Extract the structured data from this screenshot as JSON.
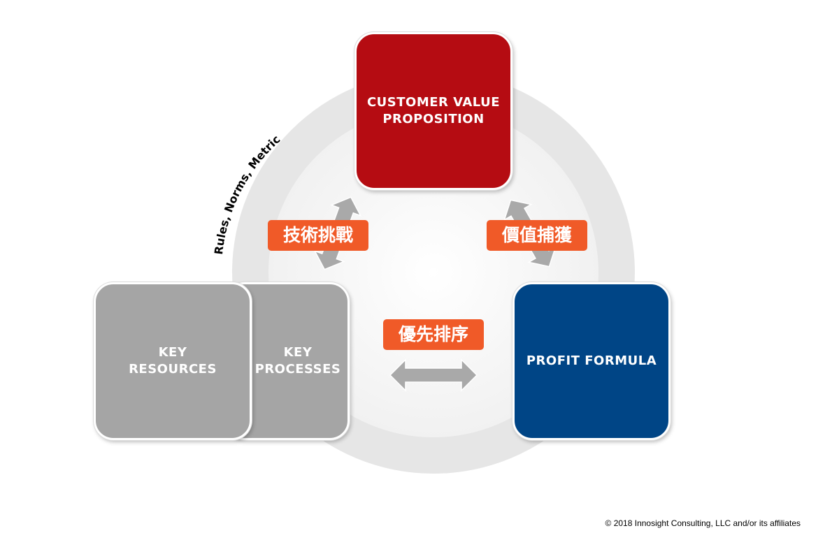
{
  "boxes": {
    "customer_value_proposition": "CUSTOMER VALUE\nPROPOSITION",
    "key_resources": "KEY\nRESOURCES",
    "key_processes": "KEY\nPROCESSES",
    "profit_formula": "PROFIT FORMULA"
  },
  "tags": {
    "technology_challenge": "技術挑戰",
    "value_capture": "價值捕獲",
    "prioritization": "優先排序"
  },
  "curved_label": "Rules, Norms, Metrics",
  "copyright": "© 2018 Innosight Consulting, LLC and/or its affiliates",
  "colors": {
    "cvp_red": "#b50c12",
    "key_gray": "#a5a5a5",
    "profit_blue": "#004586",
    "tag_orange": "#f05a28",
    "ring_gray": "#e6e6e6",
    "arrow_gray": "#a9a9a9"
  }
}
